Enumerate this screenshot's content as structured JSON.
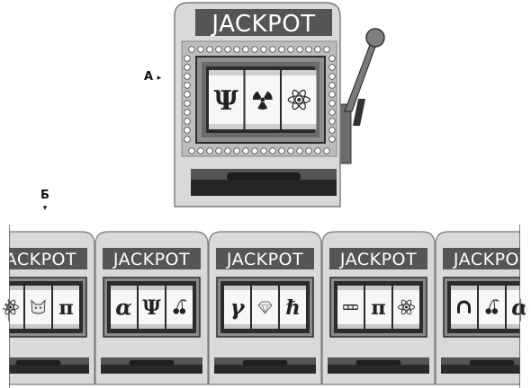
{
  "colors": {
    "cabinet": "#d9d9d9",
    "cabinet_edge": "#7a7a7a",
    "dark": "#3d3d3d",
    "sign_bg": "#555555",
    "frame_dark": "#2b2b2b",
    "frame_mid": "#8a8a8a",
    "reel_bg": "#f7f7f7",
    "bulb": "#ffffff",
    "knob": "#7f7f7f"
  },
  "labels": {
    "a": "А",
    "a_marker": "▸",
    "b": "Б",
    "b_marker": "▾"
  },
  "main_machine": {
    "sign": "JACKPOT",
    "reels": [
      "psi-icon",
      "radiation-icon",
      "atom-icon"
    ]
  },
  "strip": {
    "machines": [
      {
        "sign": "JACKPOT",
        "reels": [
          "atom-icon",
          "cat-icon",
          "pi-icon"
        ]
      },
      {
        "sign": "JACKPOT",
        "reels": [
          "alpha-icon",
          "psi-icon",
          "cherry-icon"
        ]
      },
      {
        "sign": "JACKPOT",
        "reels": [
          "gamma-icon",
          "diamond-icon",
          "hbar-icon"
        ]
      },
      {
        "sign": "JACKPOT",
        "reels": [
          "bar-icon",
          "pi-icon",
          "atom-icon"
        ]
      },
      {
        "sign": "JACKPOT",
        "reels": [
          "horseshoe-icon",
          "cherry-icon",
          "alpha-icon"
        ]
      }
    ]
  }
}
